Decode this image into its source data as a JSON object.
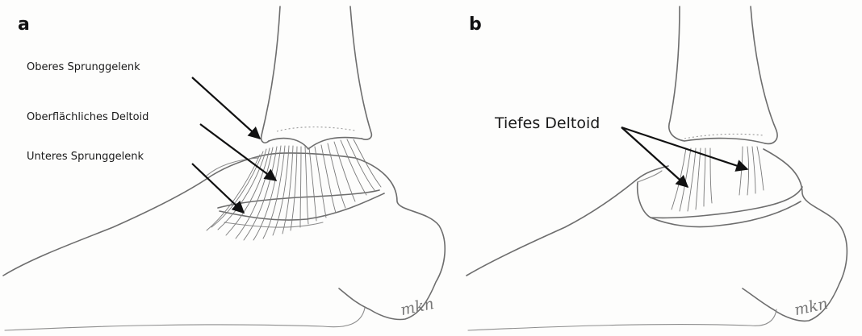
{
  "panels": {
    "a": {
      "letter": "a",
      "labels": {
        "upper_ankle_joint": "Oberes Sprunggelenk",
        "superficial_deltoid": "Oberflächliches Deltoid",
        "lower_ankle_joint": "Unteres Sprunggelenk"
      },
      "signature": "mkn"
    },
    "b": {
      "letter": "b",
      "labels": {
        "deep_deltoid": "Tiefes Deltoid"
      },
      "signature": "mkn"
    }
  }
}
